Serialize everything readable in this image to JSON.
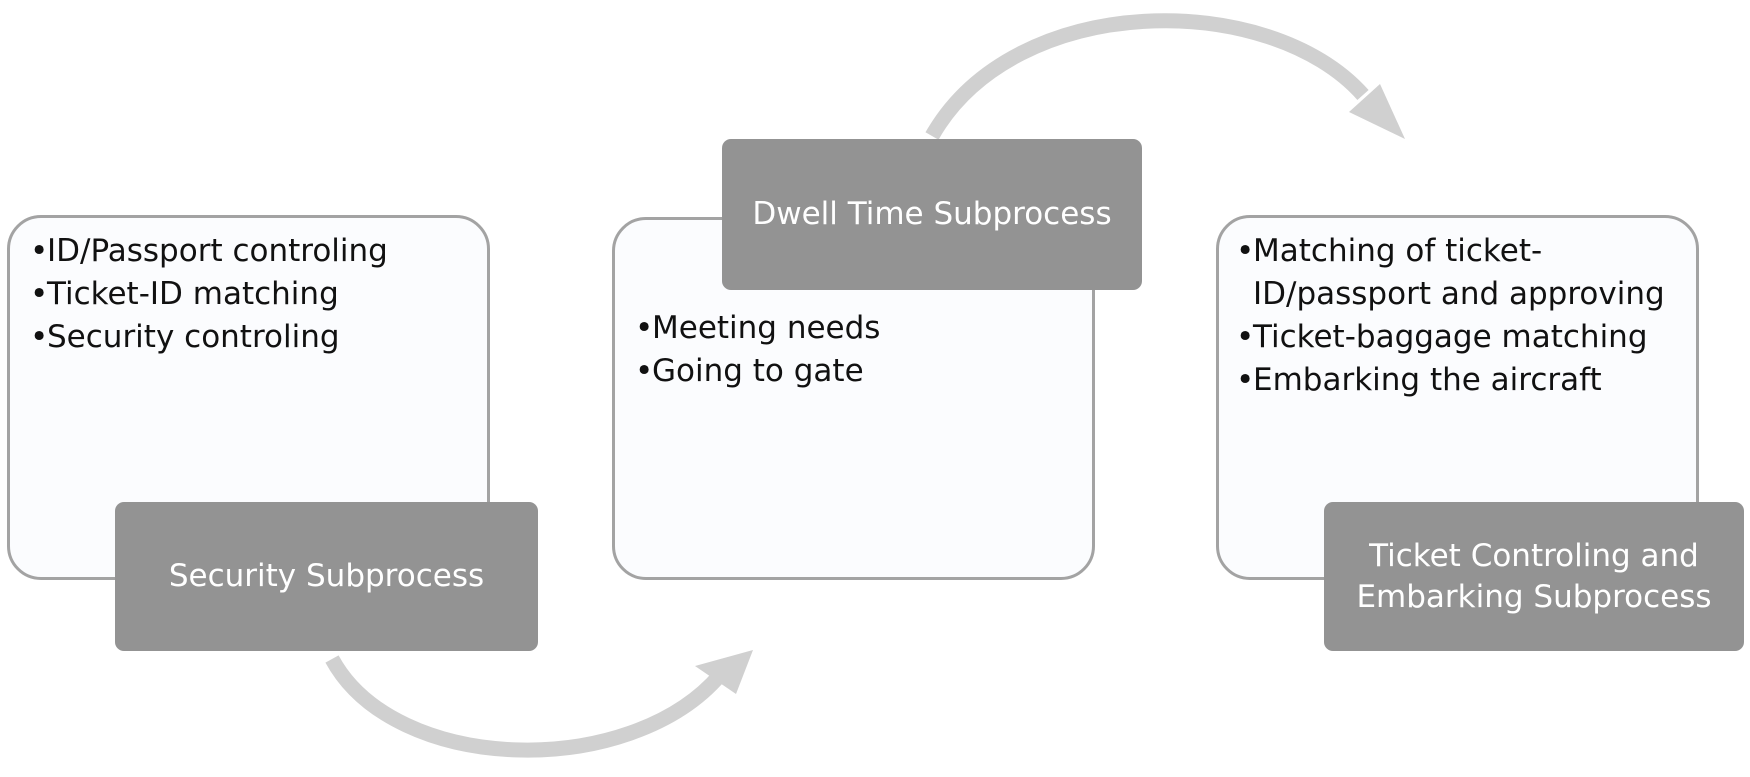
{
  "stages": [
    {
      "title": "Security Subprocess",
      "items": [
        "ID/Passport controling",
        "Ticket-ID matching",
        "Security controling"
      ]
    },
    {
      "title": "Dwell Time Subprocess",
      "items": [
        "Meeting needs",
        "Going to gate"
      ]
    },
    {
      "title": "Ticket Controling and Embarking Subprocess",
      "items": [
        "Matching of ticket-ID/passport and approving",
        "Ticket-baggage matching",
        "Embarking the aircraft"
      ]
    }
  ],
  "colors": {
    "card_border": "#a3a3a3",
    "label_fill": "#939393",
    "arrow": "#d0d0d0"
  }
}
